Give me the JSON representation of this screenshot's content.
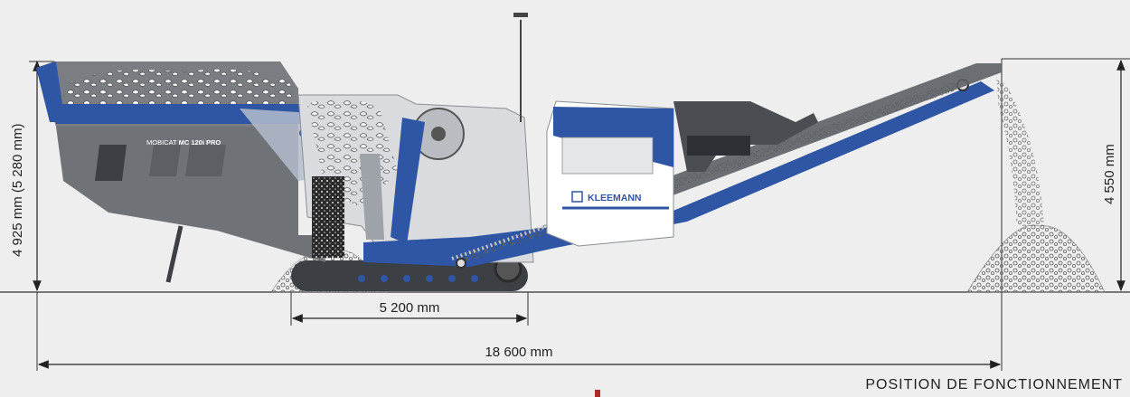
{
  "dimensions": {
    "height_left": "4 925 mm (5 280 mm)",
    "height_right": "4 550 mm",
    "track_length": "5 200 mm",
    "total_length": "18 600 mm"
  },
  "machine": {
    "model_prefix": "MOBICAT",
    "model_name": "MC 120i PRO",
    "brand": "KLEEMANN"
  },
  "caption": "POSITION DE FONCTIONNEMENT",
  "colors": {
    "background": "#eeeeee",
    "blue": "#2f56a4",
    "grey": "#6f7378",
    "dark": "#3c3f44",
    "accent_marker": "#b0282c"
  }
}
